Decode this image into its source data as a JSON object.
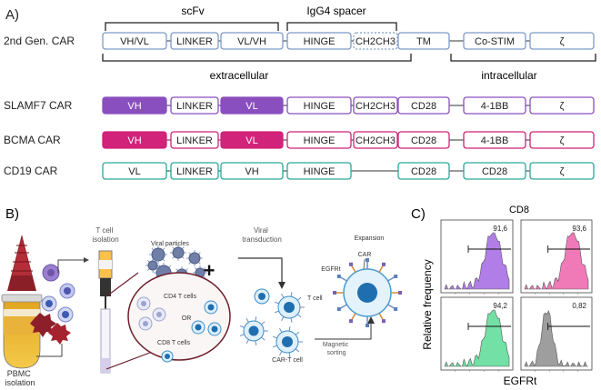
{
  "panel_a": {
    "label": "A)",
    "bracket_scfv": "scFv",
    "bracket_igg4": "IgG4 spacer",
    "bracket_extracellular": "extracellular",
    "bracket_intracellular": "intracellular",
    "constructs": [
      {
        "name": "2nd Gen. CAR",
        "segments": [
          "VH/VL",
          "LINKER",
          "VL/VH",
          "HINGE",
          "CH2CH3",
          "TM",
          "Co-STIM",
          "ζ"
        ]
      },
      {
        "name": "SLAMF7 CAR",
        "segments": [
          "VH",
          "LINKER",
          "VL",
          "HINGE",
          "CH2CH3",
          "CD28",
          "4-1BB",
          "ζ"
        ]
      },
      {
        "name": "BCMA CAR",
        "segments": [
          "VH",
          "LINKER",
          "VL",
          "HINGE",
          "CH2CH3",
          "CD28",
          "4-1BB",
          "ζ"
        ]
      },
      {
        "name": "CD19 CAR",
        "segments": [
          "VL",
          "LINKER",
          "VH",
          "HINGE",
          "",
          "CD28",
          "CD28",
          "ζ"
        ]
      }
    ],
    "colors": {
      "generic": "#7d9bc7",
      "slamf7": "#8a4fbf",
      "bcma": "#d1237a",
      "cd19": "#2aa79b"
    }
  },
  "panel_b": {
    "label": "B)",
    "pbmc_isolation": "PBMC isolation",
    "tcell_isolation": "T cell isolation",
    "viral_particles": "Viral particles",
    "viral_transduction": "Viral transduction",
    "plus": "+",
    "cd4": "CD4 T cells",
    "or": "OR",
    "cd8": "CD8 T cells",
    "tcell": "T cell",
    "cart": "CAR-T cell",
    "magnetic_sorting": "Magnetic sorting",
    "expansion": "Expansion",
    "car": "CAR",
    "egfrt": "EGFRt"
  },
  "panel_c": {
    "label": "C)",
    "title": "CD8",
    "ylabel": "Relative frequency",
    "xlabel": "EGFRt",
    "histograms": [
      {
        "value": "91,6",
        "color": "#b07ee6"
      },
      {
        "value": "93,6",
        "color": "#f07ab8"
      },
      {
        "value": "94,2",
        "color": "#73e0a6"
      },
      {
        "value": "0,82",
        "color": "#9e9e9e"
      }
    ]
  }
}
